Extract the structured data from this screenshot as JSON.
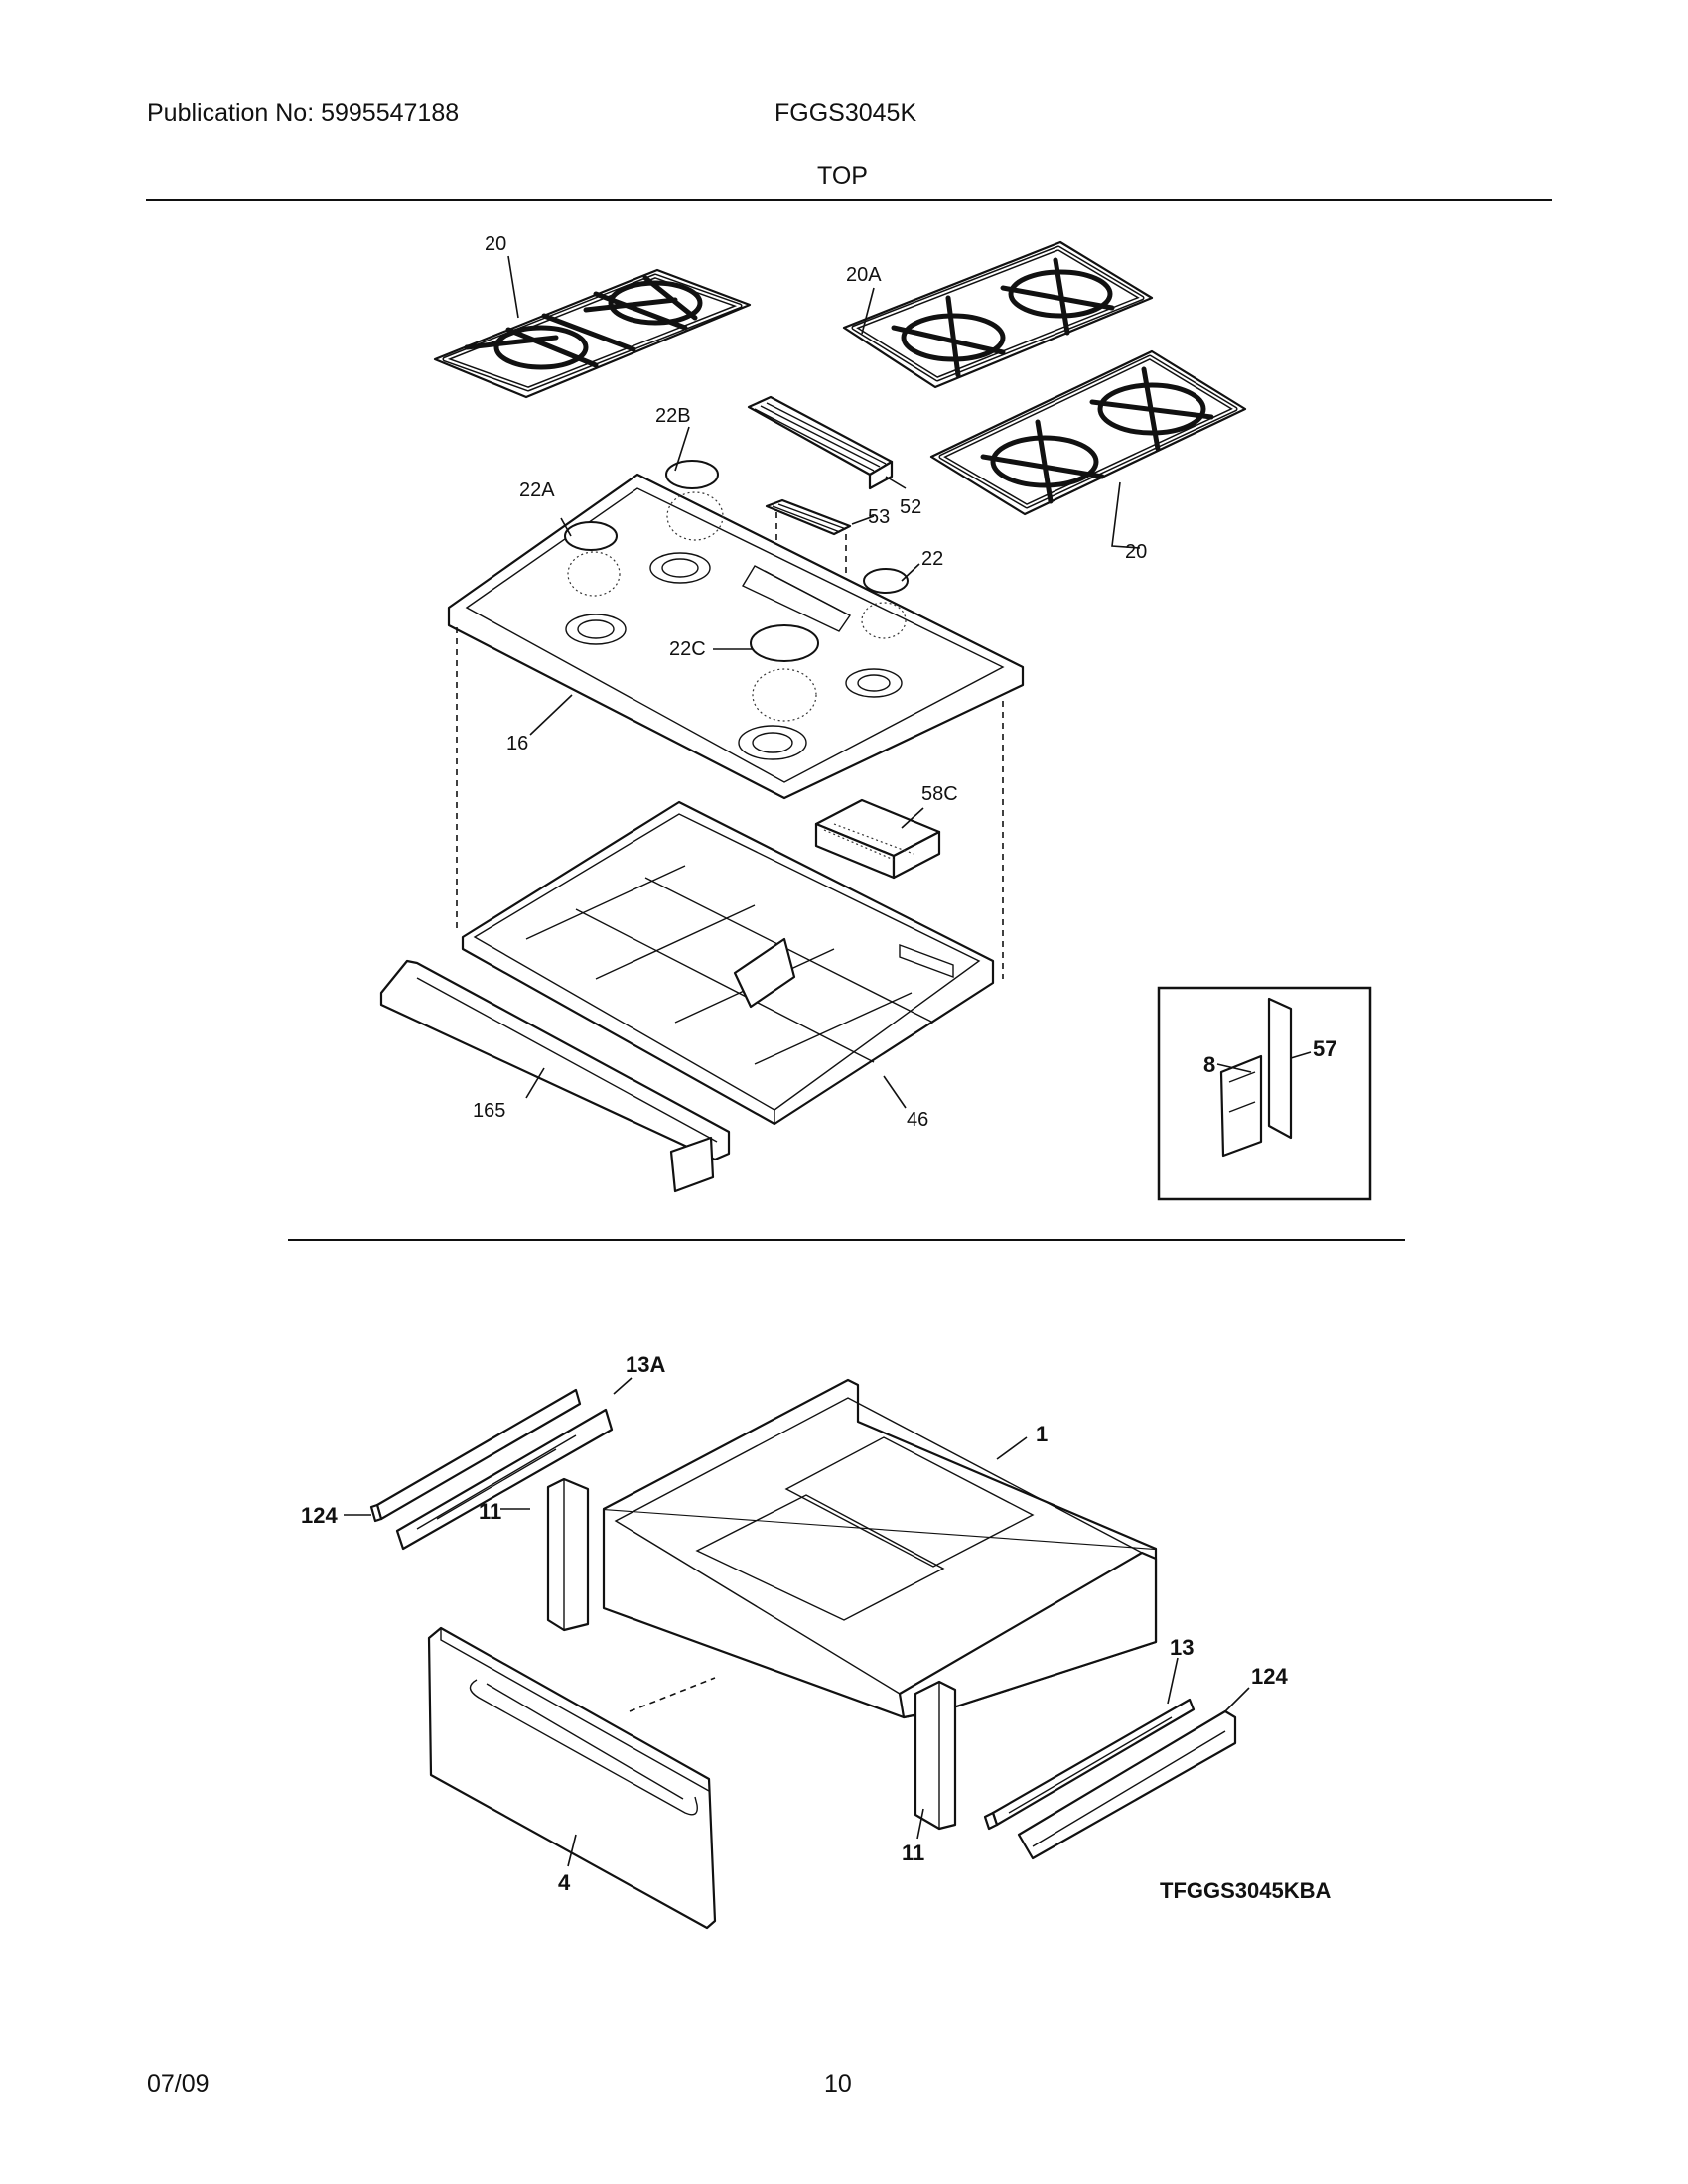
{
  "header": {
    "publication": "Publication No: 5995547188",
    "model": "FGGS3045K",
    "section_title": "TOP"
  },
  "callouts_top": {
    "grate_left": "20",
    "grate_right_top": "20A",
    "grate_right_bottom": "20",
    "cap_22b": "22B",
    "cap_22a": "22A",
    "cap_22": "22",
    "cap_22c": "22C",
    "vent_cover": "52",
    "vent_grille": "53",
    "cooktop": "16",
    "insulation": "58C",
    "burner_box": "46",
    "front_rail": "165",
    "inset_switch": "8",
    "inset_bracket": "57"
  },
  "callouts_drawer": {
    "drawer_body": "1",
    "slide_left": "13A",
    "slide_right": "13",
    "rail_left": "124",
    "rail_right": "124",
    "bracket_left": "11",
    "bracket_right": "11",
    "drawer_front": "4"
  },
  "diagram_id": "TFGGS3045KBA",
  "footer": {
    "date": "07/09",
    "page": "10"
  }
}
